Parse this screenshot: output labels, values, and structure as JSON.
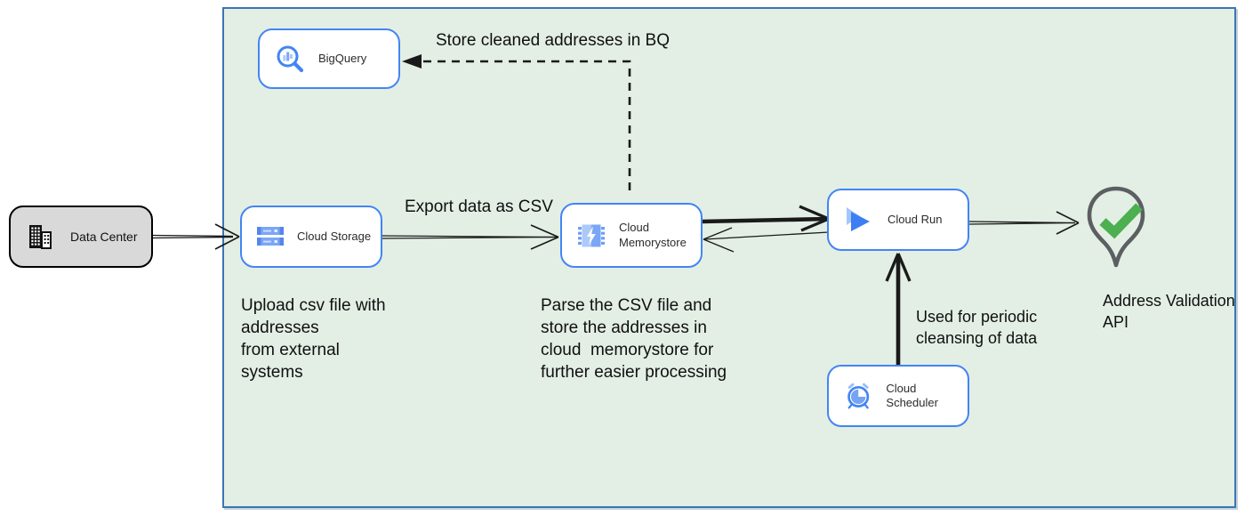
{
  "nodes": {
    "data_center": {
      "label": "Data Center"
    },
    "bigquery": {
      "label": "BigQuery"
    },
    "cloud_storage": {
      "label": "Cloud Storage"
    },
    "cloud_memorystore": {
      "label": "Cloud Memorystore"
    },
    "cloud_run": {
      "label": "Cloud Run"
    },
    "cloud_scheduler": {
      "label": "Cloud Scheduler"
    },
    "address_validation_api": {
      "label": "Address Validation\nAPI"
    }
  },
  "annotations": {
    "store_cleaned_bq": "Store cleaned addresses in BQ",
    "export_csv": "Export data as CSV",
    "upload_csv": "Upload csv file with\naddresses\nfrom external\nsystems",
    "parse_csv": "Parse the CSV file and\nstore the addresses in\ncloud  memorystore for\nfurther easier processing",
    "periodic_cleansing": "Used for periodic\ncleansing of data"
  },
  "colors": {
    "boundary_fill": "#e3efe4",
    "boundary_border": "#3a76b5",
    "node_border": "#4285f4",
    "datacenter_fill": "#d9d9d9",
    "icon_blue_dark": "#4285f4",
    "icon_blue_mid": "#7aa6f6",
    "icon_blue_light": "#adc9fa",
    "pin_gray": "#5b5f62",
    "check_green": "#4caf50",
    "arrow_black": "#1a1a1a"
  }
}
